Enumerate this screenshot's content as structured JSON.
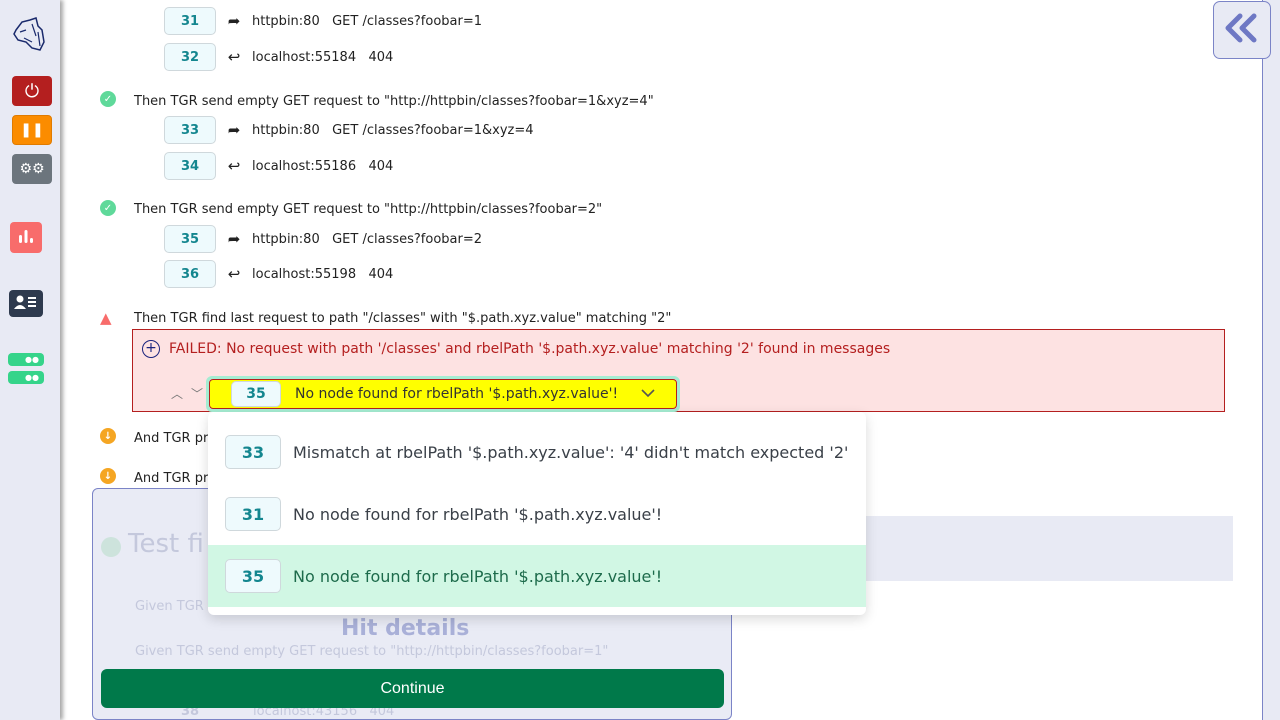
{
  "sidebar": {
    "logo": "tiger-logo",
    "buttons": [
      {
        "name": "power-icon",
        "color": "#b41f1f"
      },
      {
        "name": "pause-icon",
        "color": "#fb8c00"
      },
      {
        "name": "gears-icon",
        "color": "#6c757d"
      },
      {
        "name": "chart-icon",
        "color": "#f86c6b"
      },
      {
        "name": "contact-card-icon",
        "color": "#2e3a4e"
      },
      {
        "name": "server-icon",
        "color": "#35d48a"
      }
    ]
  },
  "steps": [
    {
      "text": "Then TGR send empty GET request to \"http://httpbin/classes?foobar=1&xyz=4\""
    },
    {
      "text": "Then TGR send empty GET request to \"http://httpbin/classes?foobar=2\""
    },
    {
      "text": "Then TGR find last request to path \"/classes\" with \"$.path.xyz.value\" matching \"2\""
    },
    {
      "text": "And TGR pr"
    },
    {
      "text": "And TGR pr"
    }
  ],
  "messages": [
    {
      "num": "31",
      "text": "httpbin:80   GET /classes?foobar=1"
    },
    {
      "num": "32",
      "text": "localhost:55184   404"
    },
    {
      "num": "33",
      "text": "httpbin:80   GET /classes?foobar=1&xyz=4"
    },
    {
      "num": "34",
      "text": "localhost:55186   404"
    },
    {
      "num": "35",
      "text": "httpbin:80   GET /classes?foobar=2"
    },
    {
      "num": "36",
      "text": "localhost:55198   404"
    }
  ],
  "failure": {
    "text": "FAILED: No request with path '/classes' and rbelPath '$.path.xyz.value' matching '2' found in messages",
    "selected": {
      "num": "35",
      "text": "No node found for rbelPath '$.path.xyz.value'!"
    },
    "options": [
      {
        "num": "33",
        "text": "Mismatch at rbelPath '$.path.xyz.value': '4' didn't match expected '2'"
      },
      {
        "num": "31",
        "text": "No node found for rbelPath '$.path.xyz.value'!"
      },
      {
        "num": "35",
        "text": "No node found for rbelPath '$.path.xyz.value'!"
      }
    ]
  },
  "modal": {
    "title": "Test fi",
    "hit_details": "Hit details",
    "step1": "Given TGR",
    "step2": "Given TGR send empty GET request to \"http://httpbin/classes?foobar=1\"",
    "row_num": "38",
    "row_text": "localhost:43156   404",
    "continue_label": "Continue"
  }
}
